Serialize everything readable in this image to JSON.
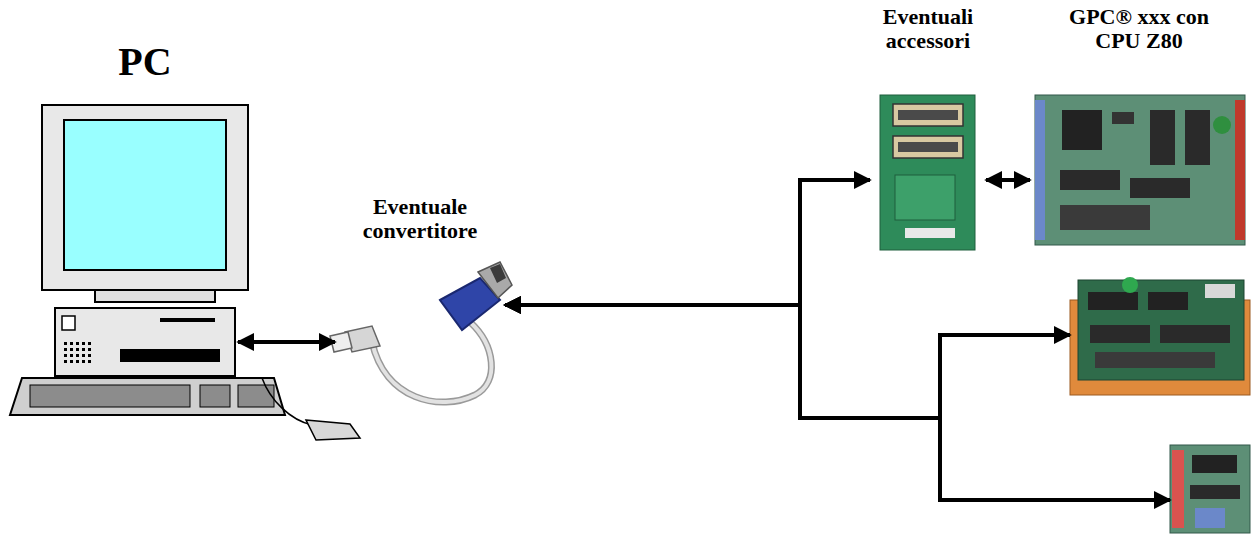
{
  "diagram": {
    "nodes": [
      {
        "text": [
          "PC"
        ]
      },
      {
        "text": [
          "Eventuale convertitore"
        ]
      },
      {
        "text": [
          "Eventuali accessori"
        ]
      },
      {
        "text": [
          "GPC® xxx con CPU Z80"
        ]
      },
      {
        "text": []
      },
      {
        "text": []
      }
    ],
    "edges": [
      {
        "from": 0,
        "to": 1,
        "arrow": "both"
      },
      {
        "from": 1,
        "to": 2,
        "arrow": "both"
      },
      {
        "from": 2,
        "to": 3,
        "arrow": "both"
      },
      {
        "from": 1,
        "to": 4,
        "arrow": "both"
      },
      {
        "from": 1,
        "to": 5,
        "arrow": "both"
      }
    ]
  }
}
